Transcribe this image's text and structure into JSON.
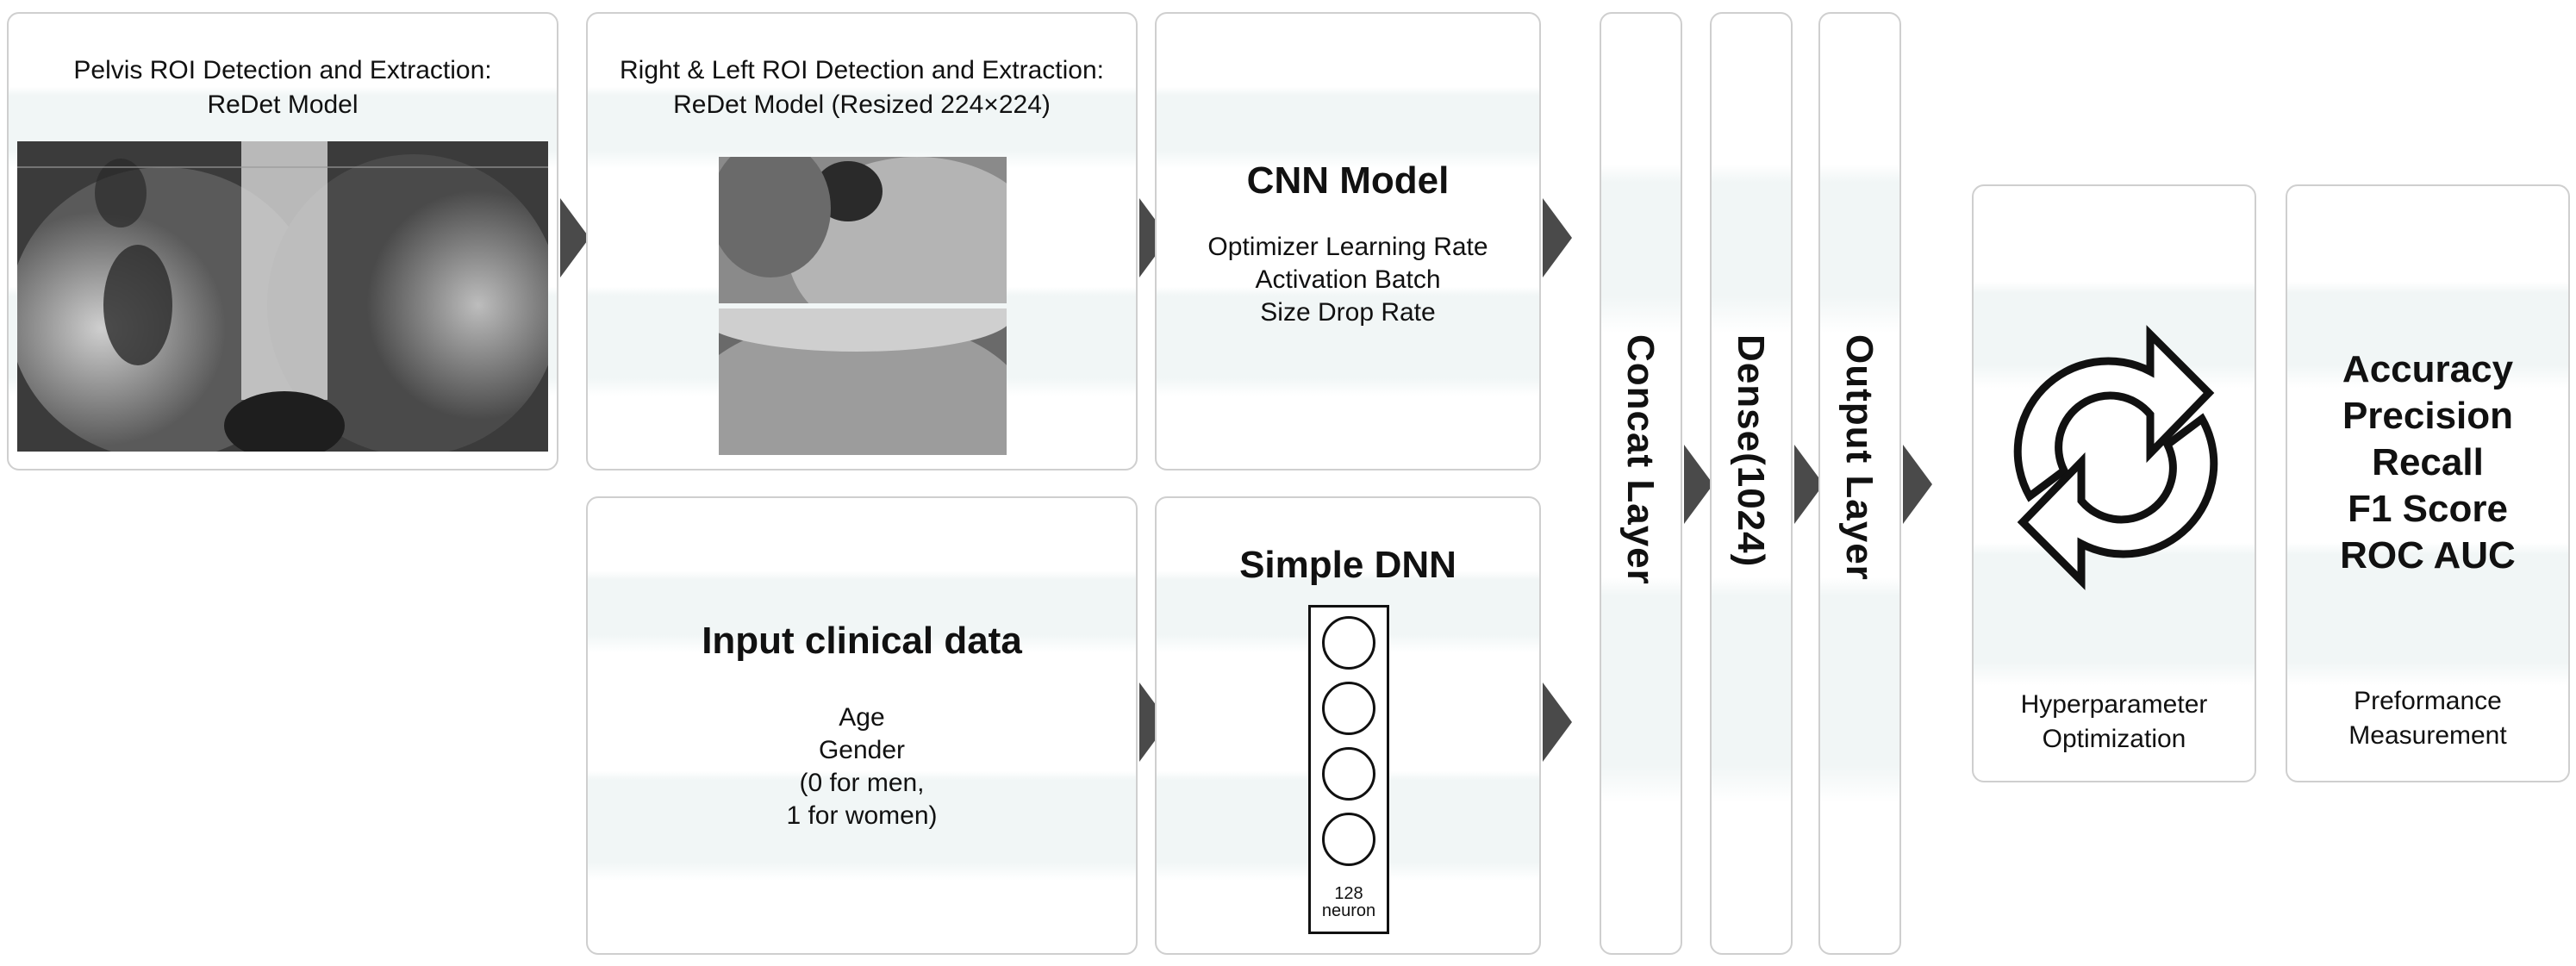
{
  "pelvis": {
    "caption": "Pelvis ROI Detection and Extraction:\nReDet Model"
  },
  "roi": {
    "caption": "Right & Left ROI Detection and Extraction:\nReDet Model (Resized 224×224)"
  },
  "cnn": {
    "title": "CNN Model",
    "lines": [
      "Optimizer Learning Rate",
      "Activation Batch",
      "Size Drop Rate"
    ]
  },
  "clinical": {
    "title": "Input clinical data",
    "lines": [
      "Age",
      "Gender",
      "(0 for men,",
      "1 for women)"
    ]
  },
  "dnn": {
    "title": "Simple DNN",
    "neuron_label": "128\nneuron"
  },
  "layers": {
    "concat": "Concat Layer",
    "dense": "Dense(1024)",
    "output": "Output Layer"
  },
  "hyper": {
    "caption": "Hyperparameter\nOptimization"
  },
  "performance": {
    "metrics": [
      "Accuracy",
      "Precision",
      "Recall",
      "F1 Score",
      "ROC AUC"
    ],
    "caption": "Preformance\nMeasurement"
  },
  "colors": {
    "arrow": "#4a4a4a",
    "border": "#cfcfcf",
    "band": "#f1f6f6"
  }
}
